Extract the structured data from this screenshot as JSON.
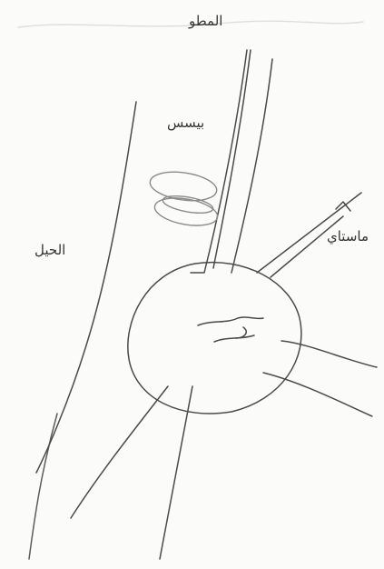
{
  "diagram": {
    "ink_color": "#4a4a4a",
    "paper_color": "#fbfbfa",
    "labels": {
      "top": "المطو",
      "upper_left": "بيسس",
      "right": "ماستاي",
      "left": "الحيل"
    }
  }
}
